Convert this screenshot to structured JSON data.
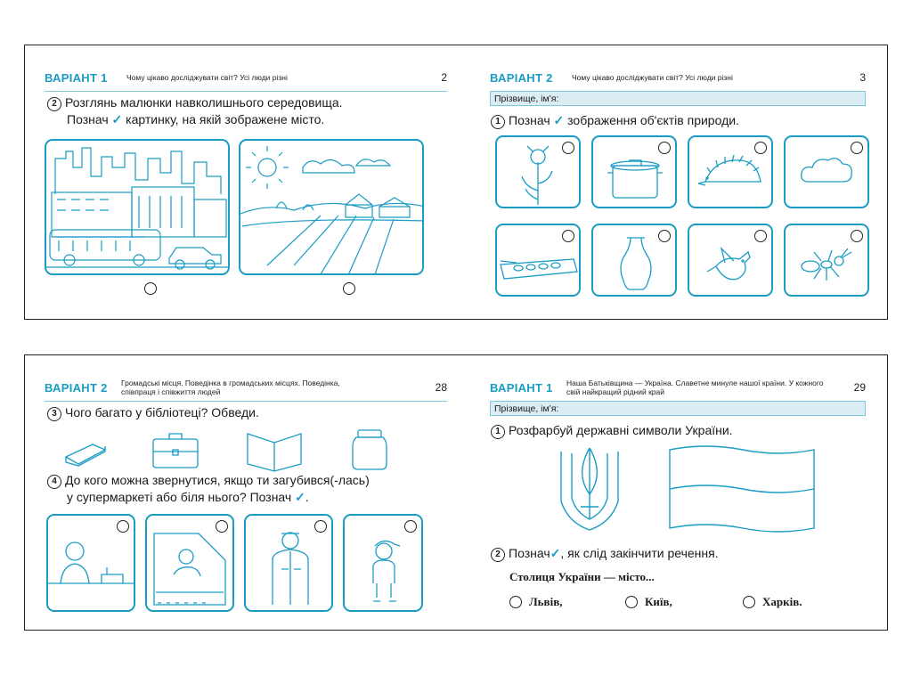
{
  "p2": {
    "variant": "ВАРІАНТ 1",
    "topic": "Чому цікаво досліджувати світ? Усі люди різні",
    "page": "2",
    "task_num": "2",
    "task_line1": "Розглянь малюнки навколишнього середовища.",
    "task_line2_a": "Познач",
    "task_line2_b": "картинку, на якій зображене місто."
  },
  "p3": {
    "variant": "ВАРІАНТ 2",
    "topic": "Чому цікаво досліджувати світ? Усі люди різні",
    "page": "3",
    "name_label": "Прізвище, ім'я:",
    "task_num": "1",
    "task_a": "Познач",
    "task_b": "зображення об'єктів природи."
  },
  "p28": {
    "variant": "ВАРІАНТ 2",
    "topic": "Громадські місця. Поведінка в громадських місцях. Поведінка, співпраця і співжиття людей",
    "page": "28",
    "task3_num": "3",
    "task3": "Чого багато у бібліотеці? Обведи.",
    "task4_num": "4",
    "task4_line1": "До кого можна звернутися, якщо ти загубився(-лась)",
    "task4_line2": "у супермаркеті або біля нього? Познач",
    "task4_end": "."
  },
  "p29": {
    "variant": "ВАРІАНТ 1",
    "topic": "Наша Батьківщина — Україна. Славетне минуле нашої країни. У кожного свій найкращий рідний край",
    "page": "29",
    "name_label": "Прізвище, ім'я:",
    "task1_num": "1",
    "task1": "Розфарбуй державні символи України.",
    "task2_num": "2",
    "task2_a": "Познач",
    "task2_b": ", як слід закінчити речення.",
    "sentence": "Столиця України — місто...",
    "options": [
      "Львів,",
      "Київ,",
      "Харків."
    ]
  },
  "check": "✓",
  "colors": {
    "accent": "#1a9cc4",
    "namebar": "#dcecf3"
  }
}
